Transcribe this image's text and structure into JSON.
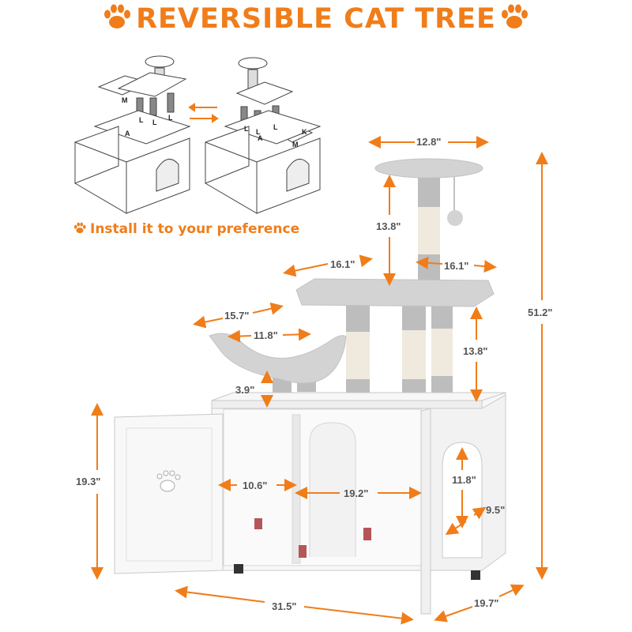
{
  "colors": {
    "accent": "#f07d1a",
    "cabinet": "#f7f7f7",
    "outline": "#c9c9c9",
    "plush": "#d3d3d3",
    "plush_dark": "#bdbdbd",
    "sisal": "#efeadd",
    "dim_text": "#555555"
  },
  "title": "REVERSIBLE CAT TREE",
  "title_icon": "paw-icon",
  "tagline": "Install it to your preference",
  "tagline_icon": "paw-icon",
  "diagram_labels": [
    "M",
    "L",
    "L",
    "L",
    "A",
    "L",
    "L",
    "L",
    "A",
    "K",
    "M"
  ],
  "dimensions": {
    "top_perch_width": "12.8\"",
    "upper_post_height": "13.8\"",
    "platform_left_width": "16.1\"",
    "platform_right_width": "16.1\"",
    "hammock_outer": "15.7\"",
    "hammock_inner": "11.8\"",
    "lower_post_height": "13.8\"",
    "total_height": "51.2\"",
    "hammock_post": "3.9\"",
    "cabinet_height": "19.3\"",
    "left_compartment": "10.6\"",
    "right_compartment": "19.2\"",
    "side_hole_height": "11.8\"",
    "side_hole_width": "9.5\"",
    "cabinet_length": "31.5\"",
    "cabinet_depth": "19.7\""
  }
}
